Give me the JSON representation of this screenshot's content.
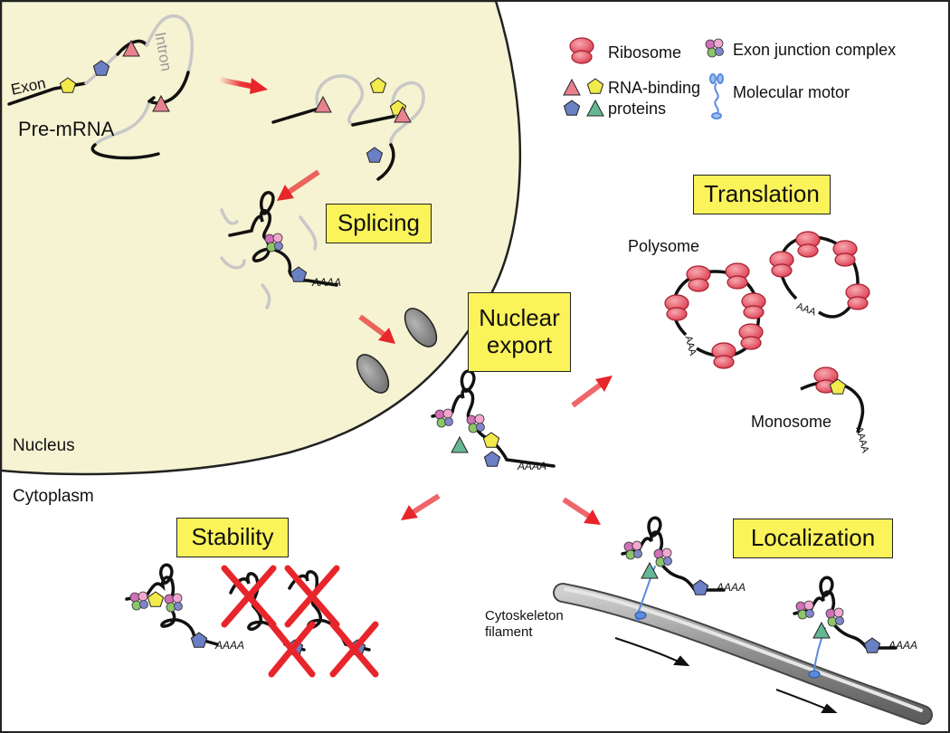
{
  "legend": {
    "ribosome": "Ribosome",
    "exon_junction_complex": "Exon junction complex",
    "rna_binding_proteins_line1": "RNA-binding",
    "rna_binding_proteins_line2": "proteins",
    "molecular_motor": "Molecular motor"
  },
  "labels": {
    "exon": "Exon",
    "intron": "Intron",
    "pre_mrna": "Pre-mRNA",
    "nucleus": "Nucleus",
    "cytoplasm": "Cytoplasm",
    "polysome": "Polysome",
    "monosome": "Monosome",
    "cytoskeleton_line1": "Cytoskeleton",
    "cytoskeleton_line2": "filament",
    "polya": "AAAA",
    "polya_short": "AAA"
  },
  "processes": {
    "splicing": "Splicing",
    "nuclear_export_line1": "Nuclear",
    "nuclear_export_line2": "export",
    "translation": "Translation",
    "stability": "Stability",
    "localization": "Localization"
  },
  "colors": {
    "nucleus_fill": "#f6f3d2",
    "process_box": "#fbf35a",
    "arrow": "#e8252b",
    "ribosome": "#e64a5c",
    "pore": "#8a8a8a",
    "filament": "#9a9a9a",
    "rbp_pink_triangle": "#e9828e",
    "rbp_yellow_pentagon": "#f3ea4b",
    "rbp_blue_pentagon": "#6a7fc4",
    "rbp_green_triangle": "#66b895",
    "motor": "#5a8be0"
  }
}
